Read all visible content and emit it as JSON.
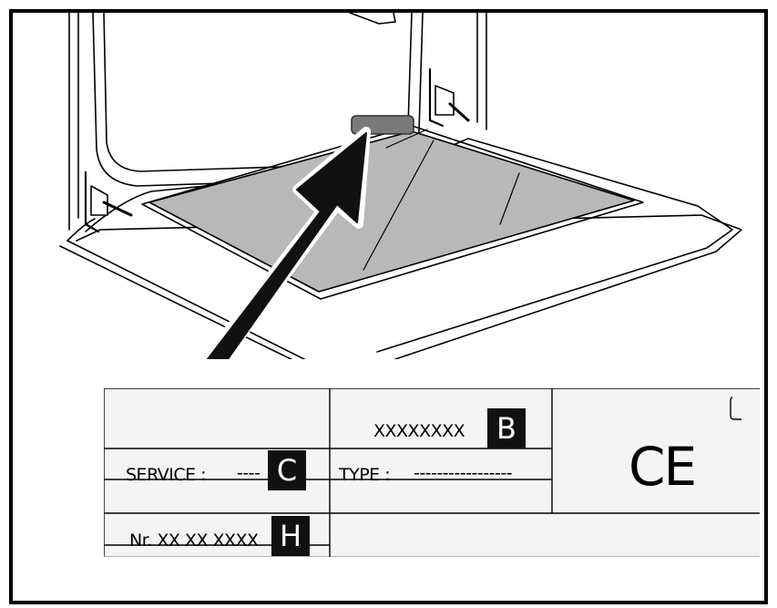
{
  "plate": {
    "code": "XXXXXXXX",
    "service_label": "SERVICE :",
    "service_dashes": "----",
    "type_label": "TYPE :",
    "type_dashes": "-----------------",
    "nr_label": "Nr.  XX XX XXXX",
    "ce_mark": "CE"
  },
  "callouts": {
    "b": "B",
    "c": "C",
    "h": "H"
  },
  "colors": {
    "glass": "#b8b8b8",
    "badge": "#111111",
    "plate_bg": "#f4f4f4",
    "arrow": "#111111"
  }
}
